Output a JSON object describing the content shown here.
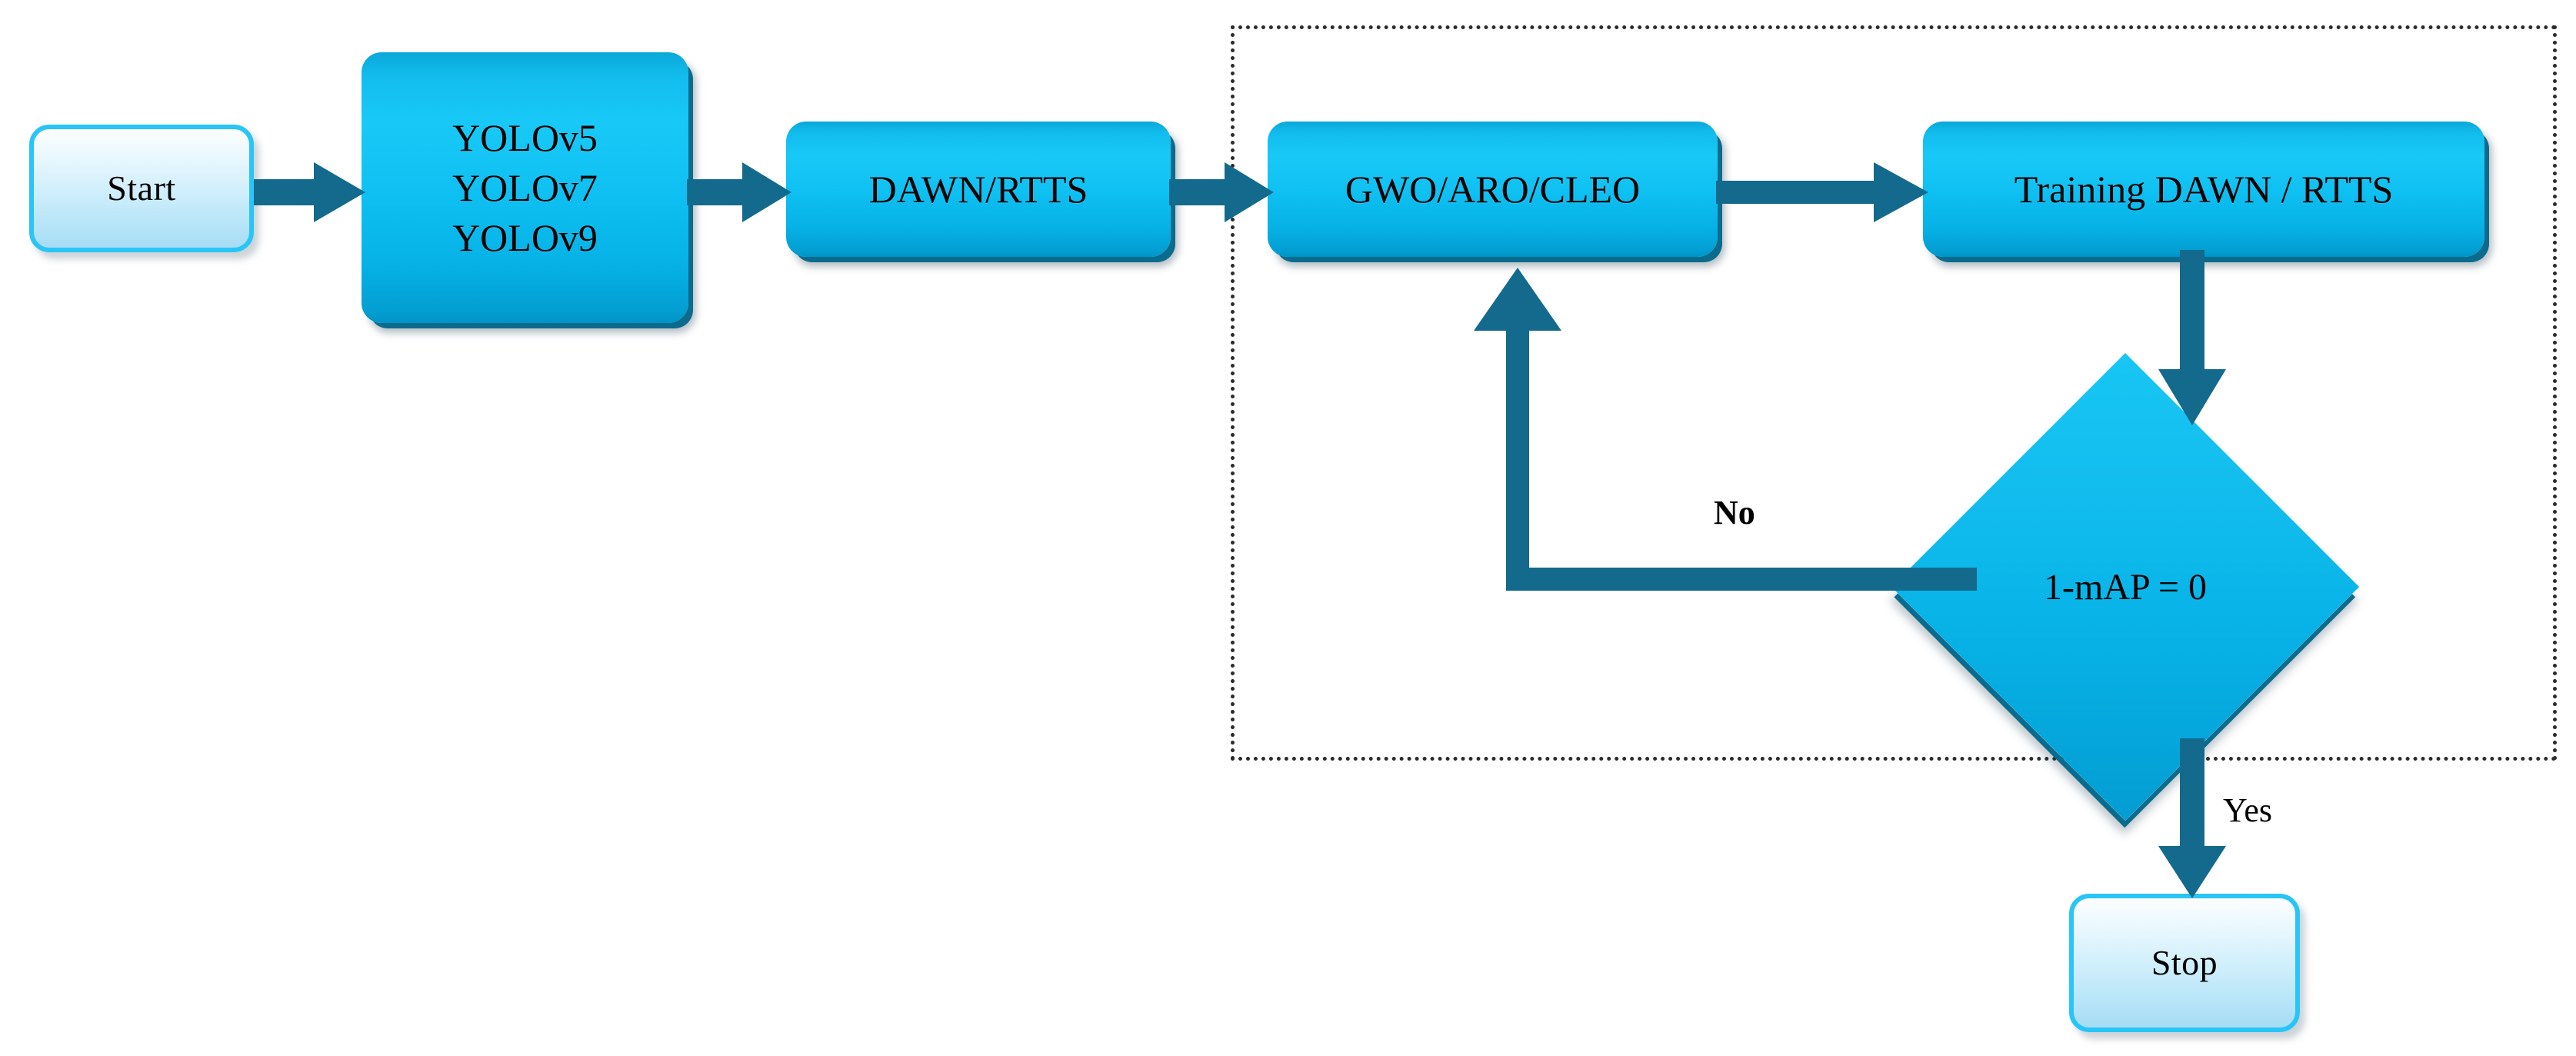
{
  "diagram": {
    "type": "flowchart",
    "title": "",
    "colors": {
      "arrow": "#136a8c",
      "process_fill_light": "#18c9f7",
      "process_fill_dark": "#0094c6",
      "terminator_border": "#29c5f6",
      "terminator_fill_top": "#fdfeff",
      "terminator_fill_bottom": "#a6ddf5",
      "dotted_border": "#2b2b2b",
      "text": "#000000",
      "background": "#ffffff"
    },
    "nodes": [
      {
        "id": "start",
        "shape": "terminator",
        "label": "Start"
      },
      {
        "id": "models",
        "shape": "process",
        "label": "YOLOv5\nYOLOv7\nYOLOv9",
        "lines": [
          "YOLOv5",
          "YOLOv7",
          "YOLOv9"
        ]
      },
      {
        "id": "datasets",
        "shape": "process",
        "label": "DAWN/RTTS"
      },
      {
        "id": "optim",
        "shape": "process",
        "label": "GWO/ARO/CLEO"
      },
      {
        "id": "training",
        "shape": "process",
        "label": "Training DAWN / RTTS"
      },
      {
        "id": "decision",
        "shape": "diamond",
        "label": "1-mAP = 0"
      },
      {
        "id": "stop",
        "shape": "terminator",
        "label": "Stop"
      }
    ],
    "edges": [
      {
        "from": "start",
        "to": "models",
        "label": ""
      },
      {
        "from": "models",
        "to": "datasets",
        "label": ""
      },
      {
        "from": "datasets",
        "to": "optim",
        "label": ""
      },
      {
        "from": "optim",
        "to": "training",
        "label": ""
      },
      {
        "from": "training",
        "to": "decision",
        "label": ""
      },
      {
        "from": "decision",
        "to": "optim",
        "label": "No"
      },
      {
        "from": "decision",
        "to": "stop",
        "label": "Yes"
      }
    ],
    "edge_labels": {
      "no": "No",
      "yes": "Yes"
    },
    "group": {
      "id": "optimisation-loop",
      "label": "",
      "style": "dotted"
    }
  }
}
